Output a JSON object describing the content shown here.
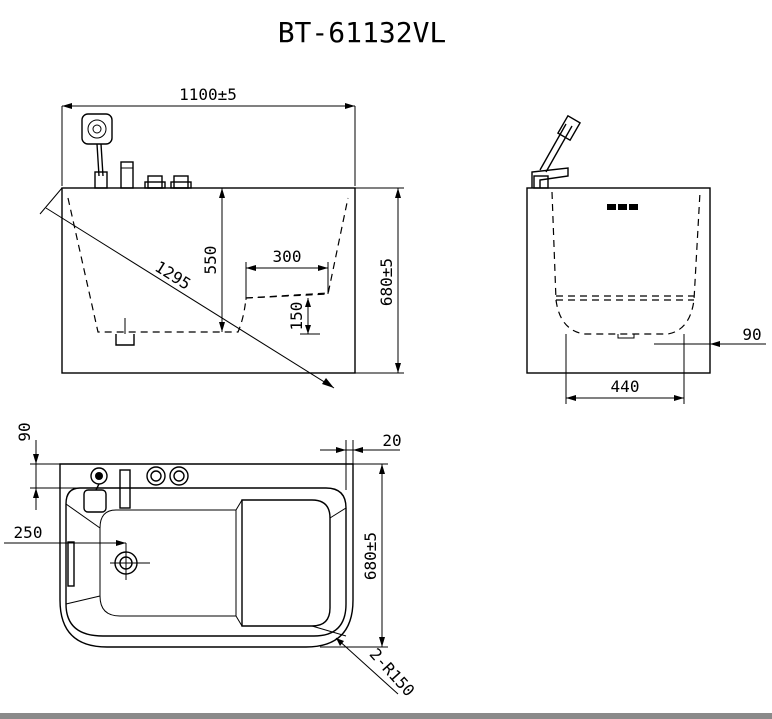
{
  "title": "BT-61132VL",
  "front_view": {
    "width_label": "1100±5",
    "diagonal_label": "1295",
    "depth_label": "550",
    "seat_width_label": "300",
    "seat_height_label": "150",
    "height_label": "680±5"
  },
  "side_view": {
    "inner_width_label": "440",
    "offset_label": "90"
  },
  "top_view": {
    "top_offset_label": "90",
    "rim_label": "20",
    "drain_offset_label": "250",
    "width_label": "680±5",
    "radius_label": "2-R150"
  }
}
